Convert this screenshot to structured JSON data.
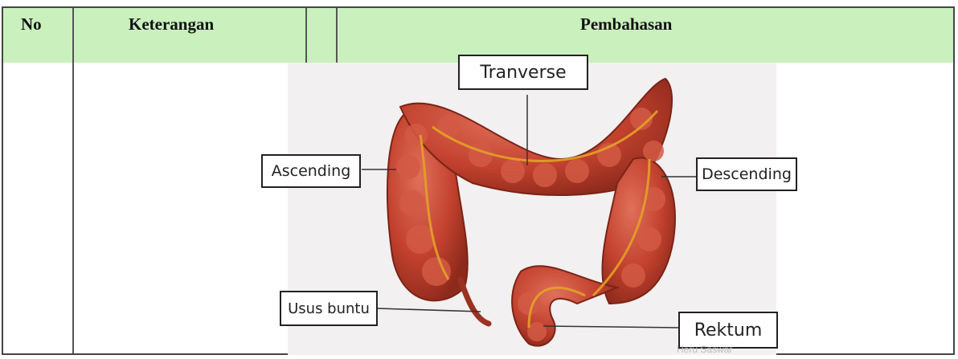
{
  "table": {
    "headers": {
      "no": "No",
      "keterangan": "Keterangan",
      "pembahasan": "Pembahasan"
    }
  },
  "diagram": {
    "labels": {
      "tranverse": "Tranverse",
      "ascending": "Ascending",
      "descending": "Descending",
      "usus_buntu": "Usus buntu",
      "rektum": "Rektum"
    },
    "watermark": "Heru Saswar",
    "colors": {
      "intestine": "#c2412e",
      "vessel": "#e3a127",
      "header_bg": "#c9f0bd"
    }
  }
}
